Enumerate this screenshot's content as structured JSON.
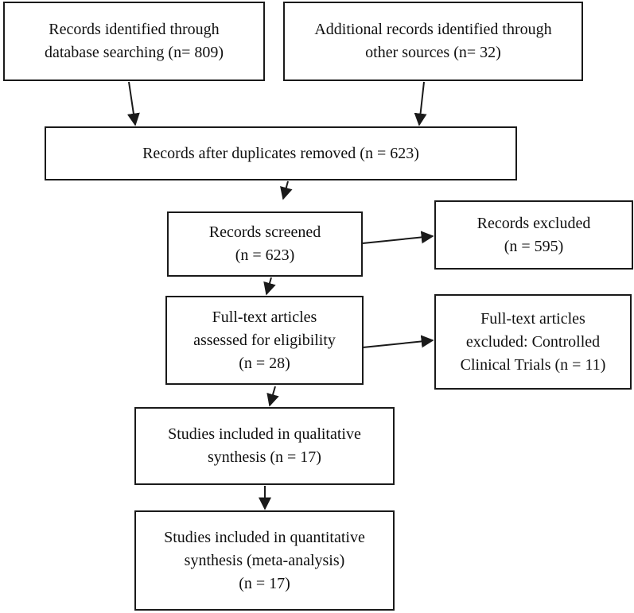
{
  "boxes": {
    "identified_db": {
      "text": "Records identified through\ndatabase searching (n= 809)"
    },
    "identified_other": {
      "text": "Additional records identified through\nother sources (n= 32)"
    },
    "after_duplicates": {
      "text": "Records after duplicates removed (n = 623)"
    },
    "screened": {
      "text": "Records screened\n(n = 623)"
    },
    "excluded": {
      "text": "Records excluded\n(n = 595)"
    },
    "fulltext_assessed": {
      "text": "Full-text articles\nassessed for eligibility\n(n = 28)"
    },
    "fulltext_excluded": {
      "text": "Full-text articles\nexcluded: Controlled\nClinical Trials (n = 11)"
    },
    "qualitative": {
      "text": "Studies included in qualitative\nsynthesis (n = 17)"
    },
    "quantitative": {
      "text": "Studies included in quantitative\nsynthesis (meta-analysis)\n(n = 17)"
    }
  },
  "colors": {
    "stroke": "#1a1a1a",
    "background": "#ffffff"
  }
}
